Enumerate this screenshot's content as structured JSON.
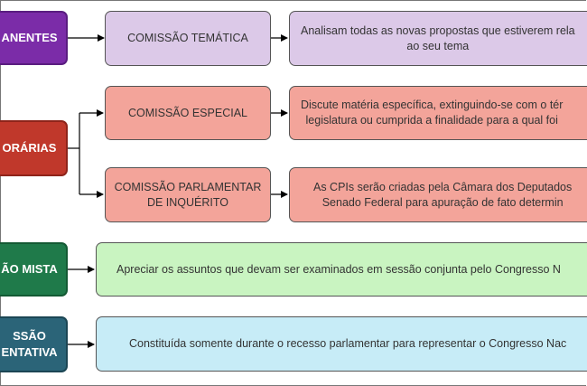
{
  "rows": {
    "permanentes": {
      "category": "ANENTES",
      "commission": "COMISSÃO TEMÁTICA",
      "description": "Analisam todas as novas propostas que estiverem rela\nao seu tema"
    },
    "temporarias": {
      "category": "ORÁRIAS",
      "especial": {
        "commission": "COMISSÃO ESPECIAL",
        "description": "Discute matéria específica, extinguindo-se com o tér\nlegislatura ou cumprida a finalidade para a qual foi"
      },
      "cpi": {
        "commission": "COMISSÃO PARLAMENTAR\nDE INQUÉRITO",
        "description": "As CPIs serão criadas pela Câmara dos Deputados\nSenado Federal para apuração de fato determin"
      }
    },
    "mista": {
      "category": "ÃO MISTA",
      "description": "Apreciar os assuntos que devam ser examinados em sessão conjunta pelo Congresso N"
    },
    "representativa": {
      "category": "SSÃO\nENTATIVA",
      "description": "Constituída somente durante o recesso parlamentar para representar o Congresso Nac"
    }
  },
  "colors": {
    "purple": "#7b2ca8",
    "red": "#c0382b",
    "green": "#1f7a4a",
    "teal": "#2b6478",
    "lavender": "#dcc9e8",
    "salmon": "#f3a49a",
    "light_green": "#c9f4c1",
    "light_blue": "#c7ecf7"
  }
}
